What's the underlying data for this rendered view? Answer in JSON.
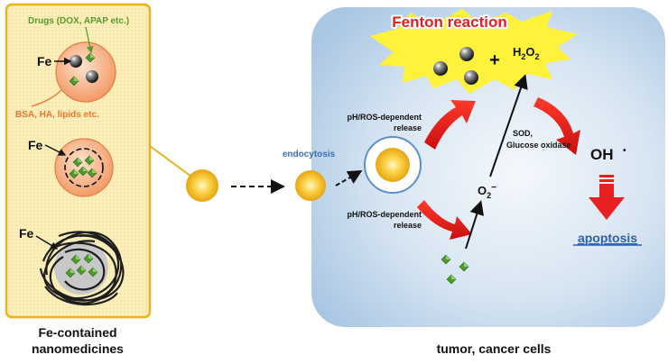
{
  "left_panel": {
    "caption_line1": "Fe-contained",
    "caption_line2": "nanomedicines",
    "label_drugs": "Drugs (DOX, APAP etc.)",
    "label_carrier": "BSA, HA, lipids etc.",
    "label_fe_1": "Fe",
    "label_fe_2": "Fe",
    "label_fe_3": "Fe"
  },
  "right_panel": {
    "caption": "tumor, cancer cells",
    "endocytosis": "endocytosis",
    "fenton_title": "Fenton reaction",
    "plus": "+",
    "h2o2_main": "H",
    "h2o2_sub1": "2",
    "h2o2_mid": "O",
    "h2o2_sub2": "2",
    "release_top_1": "pH/ROS-dependent",
    "release_top_2": "release",
    "release_bottom_1": "pH/ROS-dependent",
    "release_bottom_2": "release",
    "enzyme_1": "SOD,",
    "enzyme_2": "Glucose oxidase",
    "superoxide_main": "O",
    "superoxide_sub": "2",
    "superoxide_charge": "−",
    "hydroxyl": "OH",
    "hydroxyl_dot": "•",
    "apoptosis": "apoptosis"
  },
  "colors": {
    "left_panel_fill": "#fbeeb8",
    "left_panel_border": "#e8b41c",
    "right_panel_fill": "#c9dcee",
    "nanoparticle_gold": "#f2b81c",
    "carrier_orange": "#f6a575",
    "drug_green": "#4e9a2c",
    "fenton_burst": "#fff23a",
    "fenton_text": "#e02020",
    "red_arrow": "#e82020",
    "label_orange": "#e8792e",
    "label_green": "#5a9a2e",
    "endocytosis_blue": "#3a6fb8",
    "apoptosis_blue": "#2e5fb4"
  },
  "icons": [
    "iron-oxide-sphere-icon",
    "drug-crystal-icon",
    "nanoparticle-icon",
    "endosome-icon",
    "red-curved-arrow-icon",
    "red-down-arrow-icon"
  ]
}
